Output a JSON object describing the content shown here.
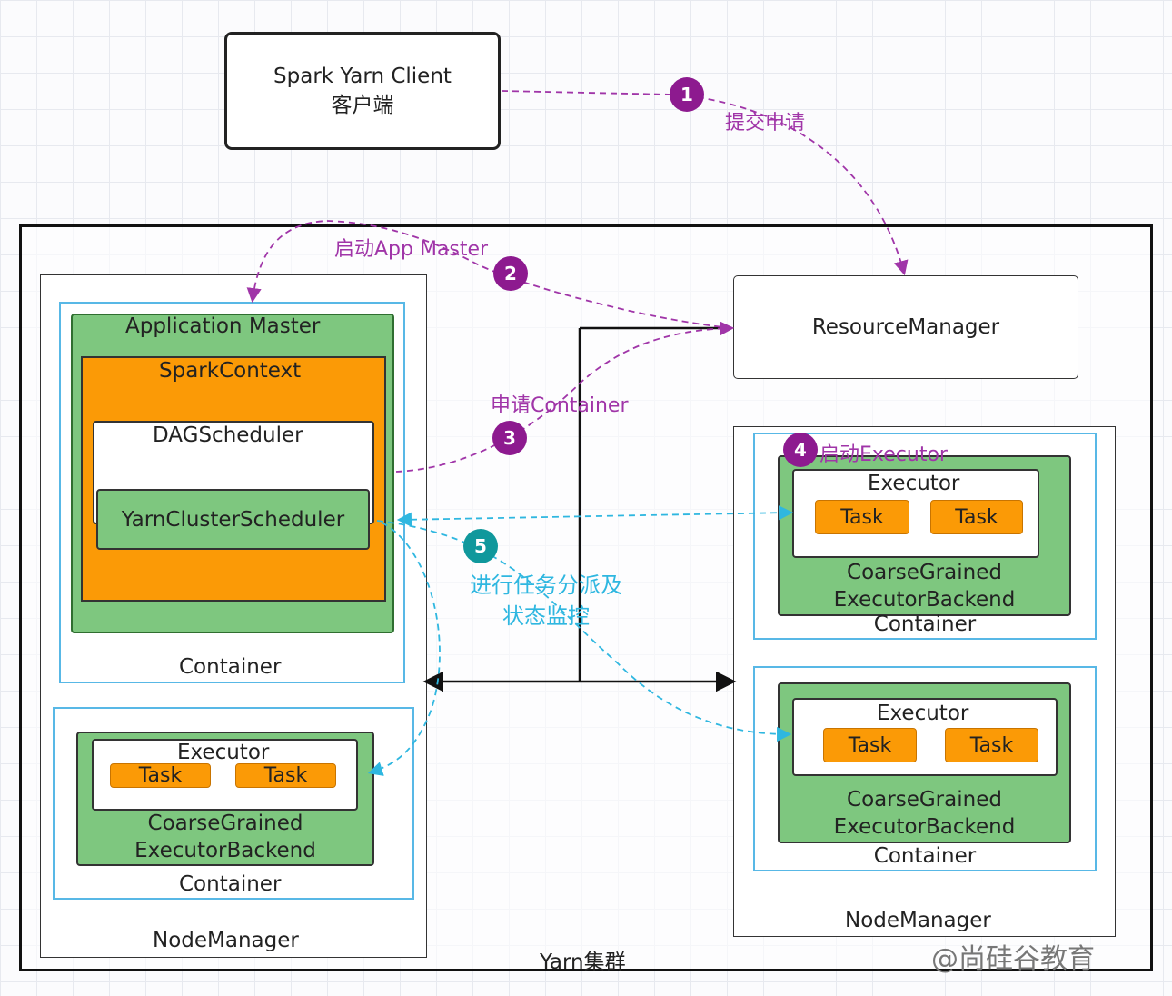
{
  "client": {
    "line1": "Spark Yarn Client",
    "line2": "客户端"
  },
  "cluster_label": "Yarn集群",
  "resource_manager": "ResourceManager",
  "left_node": {
    "label": "NodeManager",
    "am_container": {
      "label": "Container",
      "app_master": "Application  Master",
      "spark_context": "SparkContext",
      "dag_scheduler": "DAGScheduler",
      "yarn_cluster_scheduler": "YarnClusterScheduler"
    },
    "exec_container": {
      "label": "Container",
      "executor": "Executor",
      "tasks": [
        "Task",
        "Task"
      ],
      "backend_line1": "CoarseGrained",
      "backend_line2": "ExecutorBackend"
    }
  },
  "right_node": {
    "label": "NodeManager",
    "containers": [
      {
        "label": "Container",
        "executor": "Executor",
        "tasks": [
          "Task",
          "Task"
        ],
        "backend_line1": "CoarseGrained",
        "backend_line2": "ExecutorBackend"
      },
      {
        "label": "Container",
        "executor": "Executor",
        "tasks": [
          "Task",
          "Task"
        ],
        "backend_line1": "CoarseGrained",
        "backend_line2": "ExecutorBackend"
      }
    ]
  },
  "steps": [
    {
      "num": "1",
      "label": "提交申请"
    },
    {
      "num": "2",
      "label": "启动App Master"
    },
    {
      "num": "3",
      "label": "申请Container"
    },
    {
      "num": "4",
      "label": "启动Executor"
    },
    {
      "num": "5",
      "label_line1": "进行任务分派及",
      "label_line2": "状态监控"
    }
  ],
  "watermark": "@尚硅谷教育",
  "colors": {
    "purple": "#a035a8",
    "teal": "#2fb7e0",
    "orange": "#fb9a06",
    "green": "#7ec77f",
    "container_border": "#58b8e6"
  }
}
